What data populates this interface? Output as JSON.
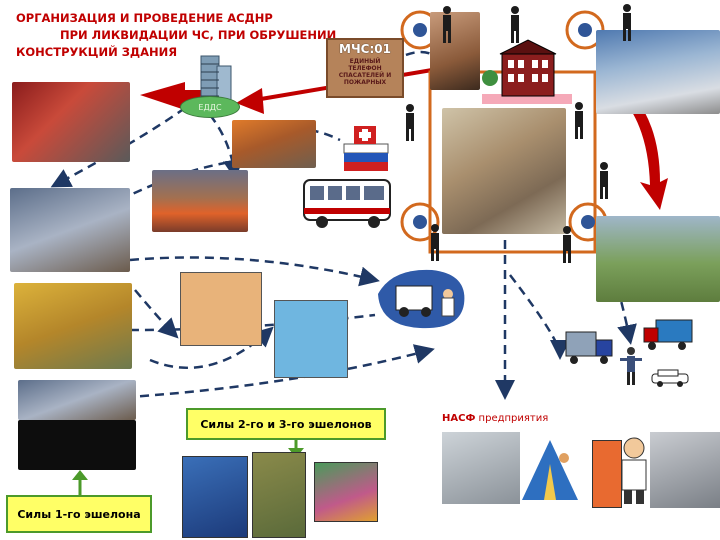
{
  "title": {
    "line1": "ОРГАНИЗАЦИЯ И ПРОВЕДЕНИЕ АСДНР",
    "line2": "ПРИ ЛИКВИДАЦИИ ЧС, ПРИ ОБРУШЕНИИ",
    "line3": "КОНСТРУКЦИЙ ЗДАНИЯ"
  },
  "sign": {
    "header": "МЧС:01",
    "body": "ЕДИНЫЙ ТЕЛЕФОН СПАСАТЕЛЕЙ И ПОЖАРНЫХ"
  },
  "hub_label": "ЕДДС",
  "echelon1_label": "Силы 1-го эшелона",
  "echelon23_label": "Силы 2-го и 3-го эшелонов",
  "nasf": {
    "bold": "НАСФ",
    "rest": " предприятия"
  },
  "colors": {
    "title": "#c00000",
    "arrow_red": "#c00000",
    "dashed_lines": "#1f3864",
    "box_fill": "#ffff66",
    "box_border": "#4c9a2a",
    "ring": "#d2691e",
    "node": "#2f5597"
  }
}
